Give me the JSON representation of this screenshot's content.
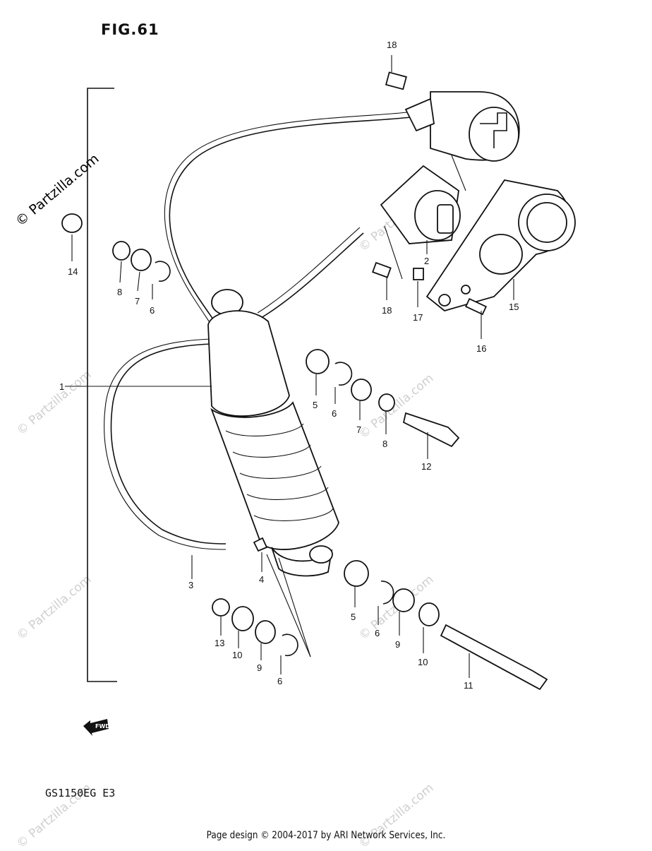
{
  "figure": {
    "title": "FIG.61",
    "model_code": "GS1150EG  E3",
    "fwd_badge": "FWD"
  },
  "watermark": {
    "main": "© Partzilla.com",
    "repeat": "© Partzilla.com"
  },
  "footer": {
    "text": "Page design © 2004-2017 by ARI Network Services, Inc."
  },
  "callouts": [
    "18",
    "14",
    "8",
    "7",
    "6",
    "2",
    "18",
    "17",
    "15",
    "16",
    "1",
    "5",
    "6",
    "7",
    "8",
    "12",
    "3",
    "4",
    "5",
    "6",
    "9",
    "10",
    "11",
    "13",
    "10",
    "9",
    "6"
  ]
}
